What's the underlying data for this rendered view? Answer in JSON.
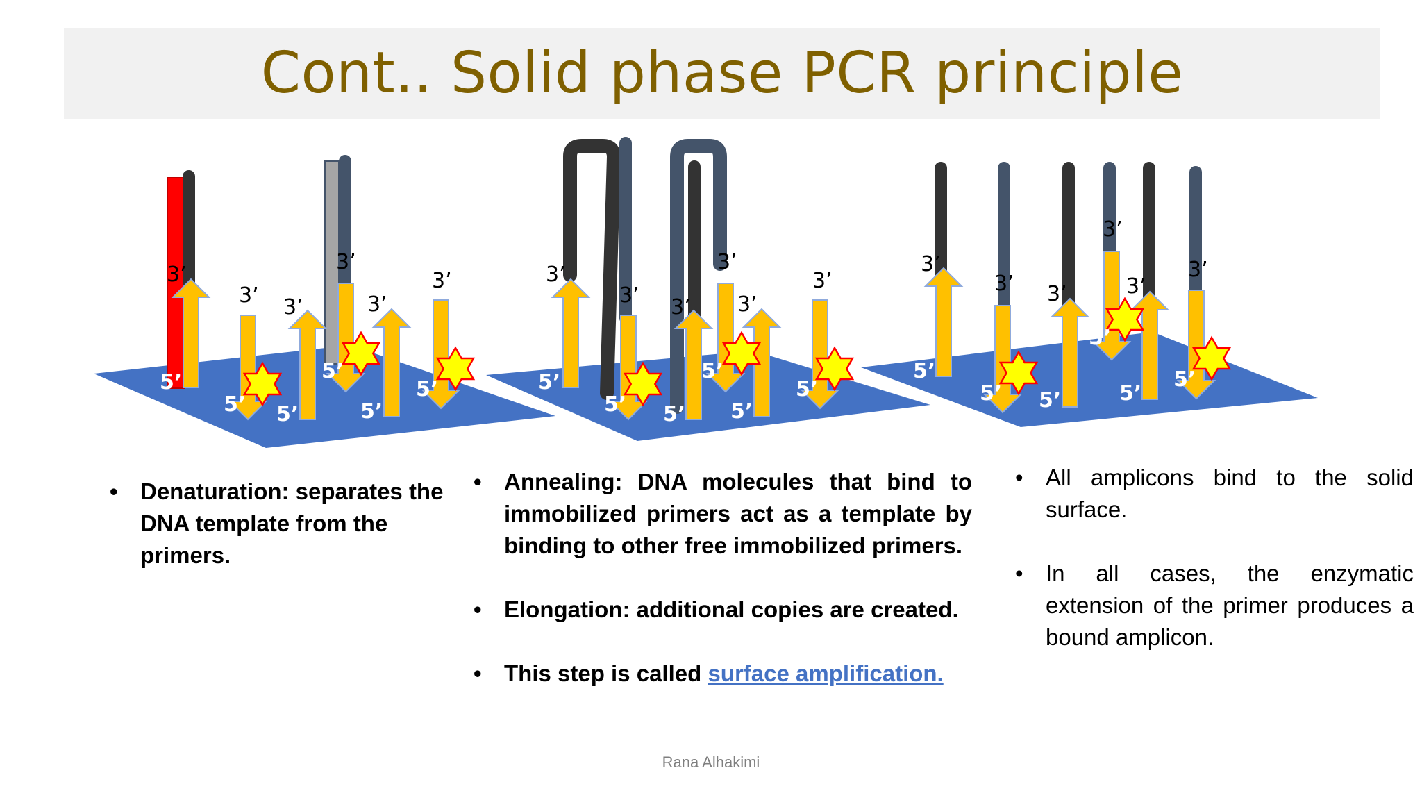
{
  "slide": {
    "title": "Cont.. Solid phase PCR principle",
    "footer": "Rana Alhakimi"
  },
  "diagram": {
    "label_3prime": "3’",
    "label_5prime": "5’",
    "colors": {
      "surface": "#4472c4",
      "primer": "#ffc000",
      "primer_outline": "#8faadc",
      "template_red": "#ff0000",
      "strand_dark": "#333333",
      "strand_slate": "#44546a",
      "strand_grey": "#a6a6a6",
      "star_fill": "#ffff00",
      "star_stroke": "#ff0000"
    },
    "panels": [
      "denaturation",
      "annealing",
      "amplicons"
    ]
  },
  "columns": {
    "left": {
      "bullets": [
        "Denaturation: separates the DNA template from the primers."
      ]
    },
    "middle": {
      "bullet1": "Annealing: DNA molecules that bind to immobilized primers act as a template by binding to other free immobilized primers.",
      "bullet2": "Elongation: additional copies are created.",
      "bullet3_prefix": "This step is called ",
      "bullet3_link": "surface amplification."
    },
    "right": {
      "bullet1": "All amplicons bind to the solid surface.",
      "bullet2": "In all cases, the enzymatic extension of the primer produces a bound amplicon."
    }
  }
}
